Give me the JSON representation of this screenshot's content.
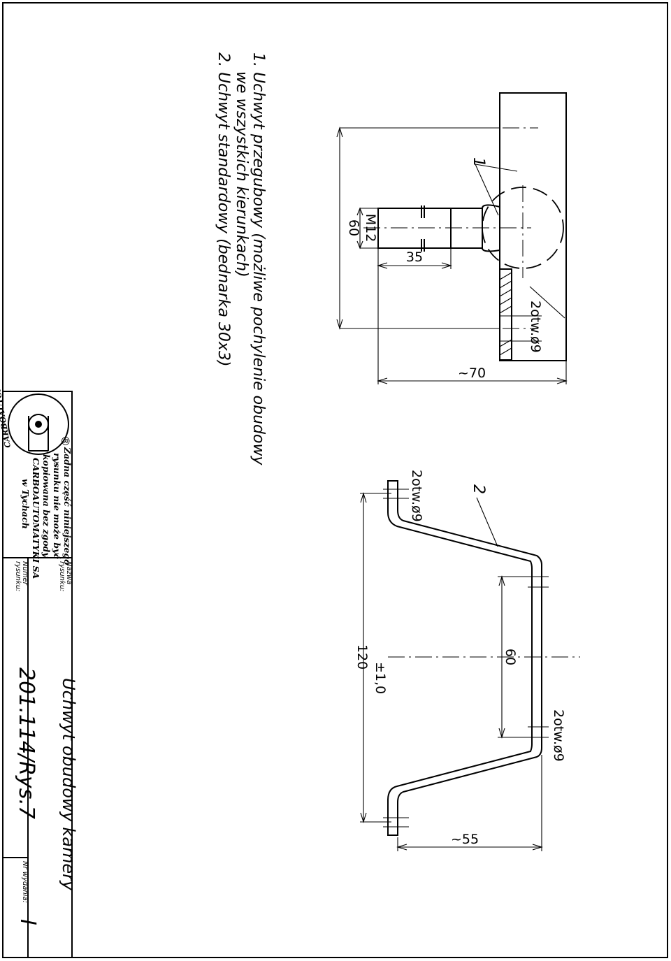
{
  "notes": {
    "line1a": "1. Uchwyt przegubowy (możliwe pochylenie obudowy",
    "line1b": "we wszystkich kierunkach)",
    "line2": "2. Uchwyt standardowy (bednarka 30x3)"
  },
  "drawing1": {
    "callout": "1",
    "holes_label": "2otw.ø9",
    "dim_thread": "M12",
    "dim_length": "60",
    "dim_thread_len": "35",
    "dim_width": "~70"
  },
  "drawing2": {
    "callout": "2",
    "holes_top_label": "2otw.ø9",
    "holes_bottom_label": "2otw.ø9",
    "dim_span": "120",
    "dim_tolerance": "±1,0",
    "dim_hole_spacing": "60",
    "dim_height": "~55"
  },
  "title_block": {
    "logo_text": "CARBOAUTOMATYKA",
    "logo_mark": "®",
    "copyright_lines": [
      "Żadna część niniejszego",
      "rysunku nie może być",
      "kopiowana bez zgody",
      "CARBOAUTOMATYKI SA",
      "w Tychach"
    ],
    "name_caption": [
      "Nazwa",
      "rysunku:"
    ],
    "name": "Uchwyt obudowy kamery",
    "number_caption": [
      "Numer",
      "rysunku:"
    ],
    "number": "201.114/Rys.7",
    "edition_caption": "Nr wydania:",
    "edition": "I"
  }
}
